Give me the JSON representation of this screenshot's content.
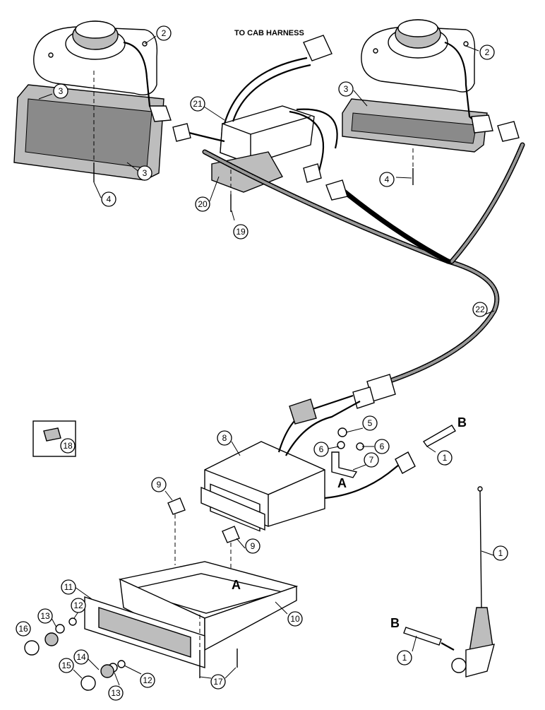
{
  "header": {
    "title": "TO CAB HARNESS"
  },
  "callouts": [
    {
      "id": "c2a",
      "number": "2"
    },
    {
      "id": "c3a",
      "number": "3"
    },
    {
      "id": "c3b",
      "number": "3"
    },
    {
      "id": "c4a",
      "number": "4"
    },
    {
      "id": "c21",
      "number": "21"
    },
    {
      "id": "c20",
      "number": "20"
    },
    {
      "id": "c19",
      "number": "19"
    },
    {
      "id": "c2b",
      "number": "2"
    },
    {
      "id": "c3c",
      "number": "3"
    },
    {
      "id": "c4b",
      "number": "4"
    },
    {
      "id": "c22",
      "number": "22"
    },
    {
      "id": "c18",
      "number": "18"
    },
    {
      "id": "c8",
      "number": "8"
    },
    {
      "id": "c5",
      "number": "5"
    },
    {
      "id": "c6a",
      "number": "6"
    },
    {
      "id": "c6b",
      "number": "6"
    },
    {
      "id": "c7",
      "number": "7"
    },
    {
      "id": "c1a",
      "number": "1"
    },
    {
      "id": "c9a",
      "number": "9"
    },
    {
      "id": "c9b",
      "number": "9"
    },
    {
      "id": "c1b",
      "number": "1"
    },
    {
      "id": "c11",
      "number": "11"
    },
    {
      "id": "c10",
      "number": "10"
    },
    {
      "id": "c12a",
      "number": "12"
    },
    {
      "id": "c13a",
      "number": "13"
    },
    {
      "id": "c16",
      "number": "16"
    },
    {
      "id": "c14",
      "number": "14"
    },
    {
      "id": "c12b",
      "number": "12"
    },
    {
      "id": "c13b",
      "number": "13"
    },
    {
      "id": "c15",
      "number": "15"
    },
    {
      "id": "c17",
      "number": "17"
    },
    {
      "id": "c1c",
      "number": "1"
    }
  ],
  "reference_letters": {
    "b_upper": "B",
    "a_mid": "A",
    "a_tray": "A",
    "b_lower": "B"
  }
}
